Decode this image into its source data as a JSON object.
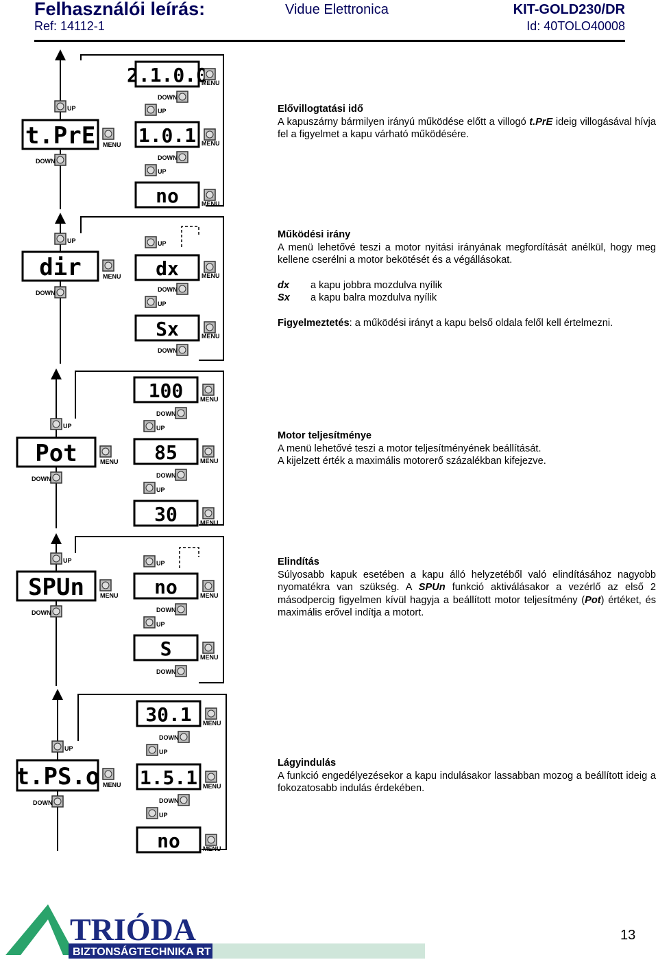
{
  "header": {
    "title": "Felhasználói leírás:",
    "company": "Vidue Elettronica",
    "model": "KIT-GOLD230/DR",
    "ref": "Ref: 14112-1",
    "id": "Id: 40TOLO40008"
  },
  "labels": {
    "up": "UP",
    "down": "DOWN",
    "menu": "MENU"
  },
  "diagrams": [
    {
      "main": "t.PrE",
      "displays": [
        "2.1.0.0",
        "1.0.1",
        "no"
      ]
    },
    {
      "main": "dir",
      "displays": [
        "dx",
        "Sx"
      ]
    },
    {
      "main": "Pot",
      "displays": [
        "100",
        "85",
        "30"
      ]
    },
    {
      "main": "SPUn",
      "displays": [
        "no",
        "S"
      ]
    },
    {
      "main": "t.PS.o",
      "displays": [
        "30.1",
        "1.5.1",
        "no"
      ]
    }
  ],
  "sections": {
    "pre_flash": {
      "title": "Elővillogtatási idő",
      "text_a": "A kapuszárny bármilyen irányú működése előtt a villogó ",
      "code": "t.PrE",
      "text_b": " ideig villogásával hívja fel a figyelmet a kapu várható működésére."
    },
    "direction": {
      "title": "Működési irány",
      "text": "A menü lehetővé teszi a motor nyitási irányának megfordítását anélkül, hogy meg kellene cserélni a motor bekötését és a végállásokat.",
      "dx_key": "dx",
      "dx_text": "a kapu jobbra mozdulva nyílik",
      "sx_key": "Sx",
      "sx_text": "a kapu balra mozdulva nyílik",
      "warning_label": "Figyelmeztetés",
      "warning_text": ": a működési irányt a kapu belső oldala felől kell értelmezni."
    },
    "power": {
      "title": "Motor teljesítménye",
      "line1": "A menü lehetővé teszi a motor teljesítményének beállítását.",
      "line2": "A kijelzett érték a maximális motorerő százalékban kifejezve."
    },
    "start": {
      "title": "Elindítás",
      "text_a": "Súlyosabb kapuk esetében a kapu álló helyzetéből való elindításához nagyobb nyomatékra van szükség. A ",
      "code1": "SPUn",
      "text_b": " funkció aktiválásakor a vezérlő az első 2 másodpercig figyelmen kívül hagyja a beállított motor teljesítmény (",
      "code2": "Pot",
      "text_c": ") értéket, és maximális erővel indítja a motort."
    },
    "soft": {
      "title": "Lágyindulás",
      "text": "A funkció engedélyezésekor a kapu indulásakor lassabban mozog a beállított ideig a fokozatosabb indulás érdekében."
    }
  },
  "footer": {
    "logo_name": "TRIÓDA",
    "logo_sub": "BIZTONSÁGTECHNIKA RT",
    "page": "13"
  }
}
